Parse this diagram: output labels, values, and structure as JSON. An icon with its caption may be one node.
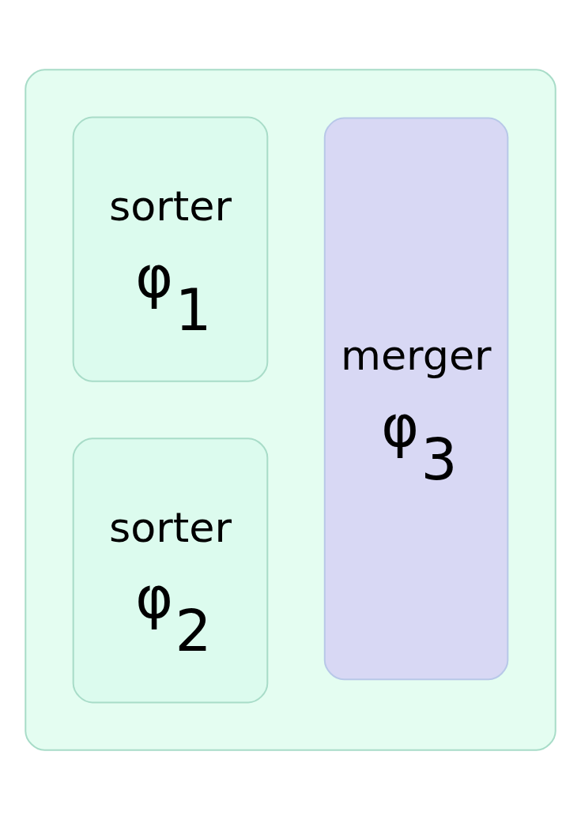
{
  "diagram": {
    "nodes": [
      {
        "text": [],
        "shape": "box"
      },
      {
        "text": [
          "sorter",
          "φ$_{1}$"
        ],
        "in": 0
      },
      {
        "text": [
          "sorter",
          "φ$_{2}$"
        ],
        "in": 0
      },
      {
        "text": [
          "merger",
          "φ$_{3}$"
        ],
        "in": 0
      }
    ],
    "edges": []
  }
}
